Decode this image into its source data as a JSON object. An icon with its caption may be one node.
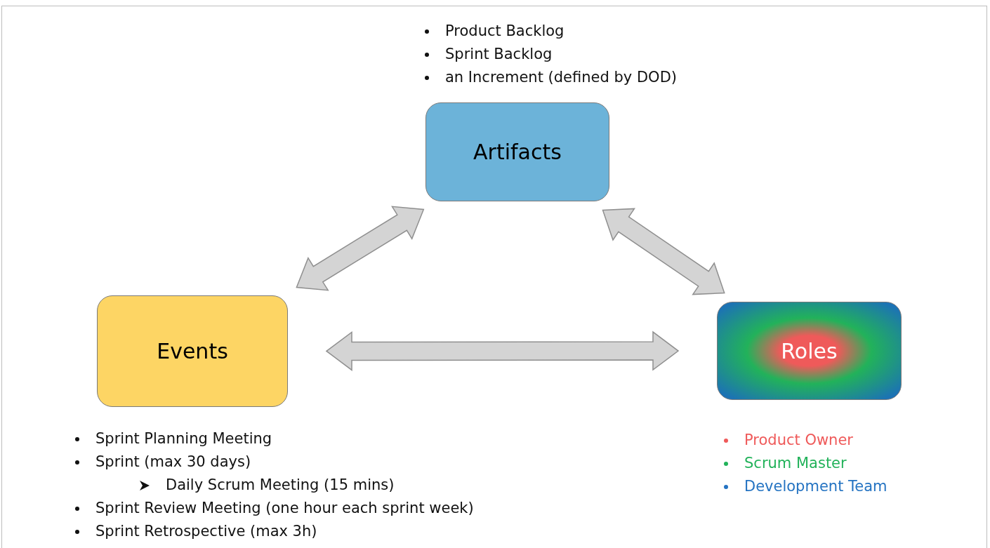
{
  "diagram": {
    "nodes": [
      {
        "text": [
          "Artifacts"
        ],
        "beside": [
          "Product Backlog",
          "Sprint Backlog",
          "an Increment (defined by DOD)"
        ]
      },
      {
        "text": [
          "Events"
        ],
        "beside": [
          "Sprint Planning Meeting",
          "Sprint (max 30 days)",
          "Daily Scrum Meeting (15 mins)",
          "Sprint Review Meeting (one hour each sprint week)",
          "Sprint Retrospective (max 3h)"
        ]
      },
      {
        "text": [
          "Roles"
        ],
        "beside": [
          "Product Owner",
          "Scrum Master",
          "Development Team"
        ]
      }
    ],
    "edges": [
      {
        "from": 1,
        "to": 0,
        "arrow": "both",
        "style": "thick"
      },
      {
        "from": 0,
        "to": 2,
        "arrow": "both",
        "style": "thick"
      },
      {
        "from": 1,
        "to": 2,
        "arrow": "both",
        "style": "thick"
      }
    ]
  }
}
